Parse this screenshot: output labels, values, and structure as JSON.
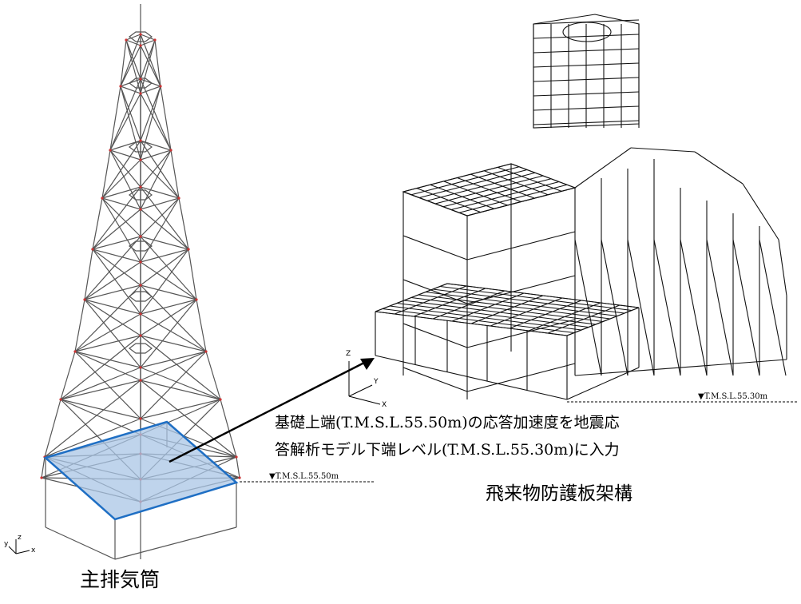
{
  "labels": {
    "stack_title": "主排気筒",
    "frame_title": "飛来物防護板架構",
    "note_line1": "基礎上端(T.M.S.L.55.50m)の応答加速度を地震応",
    "note_line2": "答解析モデル下端レベル(T.M.S.L.55.30m)に入力",
    "level_stack": "▼T.M.S.L.55.50m",
    "level_frame": "▼T.M.S.L.55.30m"
  },
  "axes": {
    "frame": {
      "z": "Z",
      "y": "Y",
      "x": "X"
    },
    "stack": {
      "z": "z",
      "y": "y",
      "x": "x"
    }
  },
  "colors": {
    "structure_stack": "#555555",
    "structure_frame": "#111111",
    "node": "#cc3333",
    "highlight_fill": "#a9c6e6",
    "highlight_stroke": "#1f6fc4",
    "arrow": "#000000"
  }
}
